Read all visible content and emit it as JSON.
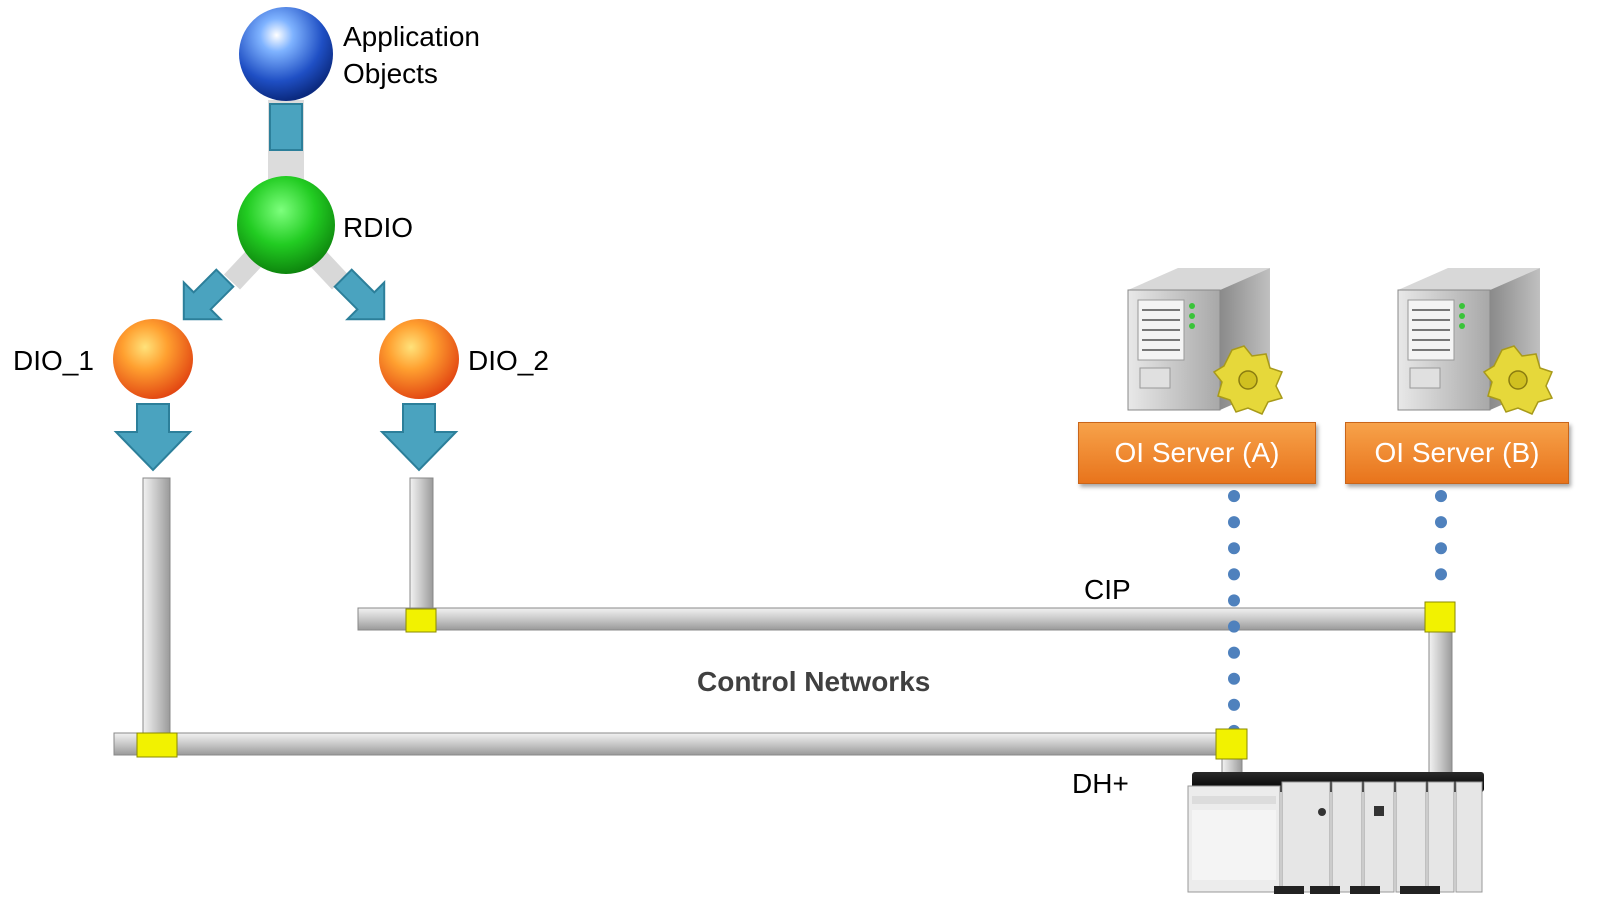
{
  "nodes": {
    "app_objects": {
      "line1": "Application",
      "line2": "Objects"
    },
    "rdio": {
      "label": "RDIO"
    },
    "dio_1": {
      "label": "DIO_1"
    },
    "dio_2": {
      "label": "DIO_2"
    }
  },
  "servers": {
    "a": {
      "label": "OI Server (A)"
    },
    "b": {
      "label": "OI Server (B)"
    }
  },
  "networks": {
    "cip": {
      "label": "CIP"
    },
    "dhplus": {
      "label": "DH+"
    },
    "title": "Control Networks"
  },
  "colors": {
    "pipe": "#c8c8c8",
    "arrow": "#4aa3bf",
    "connector": "#f2f200",
    "dots": "#4f81bd",
    "server_box": "#ef8a2e"
  }
}
